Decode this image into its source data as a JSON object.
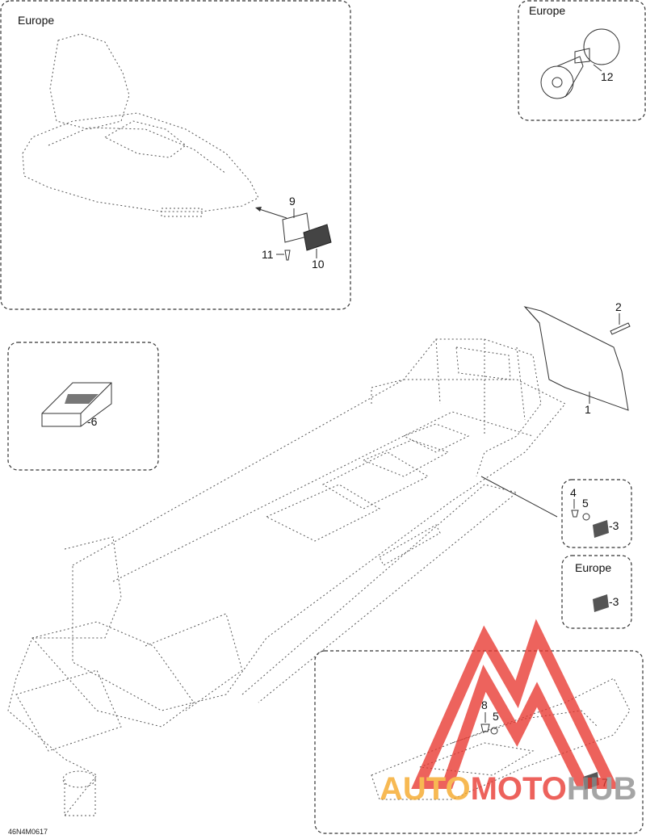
{
  "insets": {
    "top_left": {
      "region": "Europe"
    },
    "top_right": {
      "region": "Europe"
    },
    "mid_right": {
      "region": "Europe"
    }
  },
  "callouts": {
    "c1": "1",
    "c2": "2",
    "c3a": "-3",
    "c3b": "-3",
    "c4": "4",
    "c5a": "5",
    "c5b": "5",
    "c6": "-6",
    "c7": "7",
    "c8": "8",
    "c9": "9",
    "c10": "10",
    "c11": "11",
    "c12": "12"
  },
  "drawing_code": "46N4M0617",
  "watermark": {
    "part1": "AUTO",
    "part2": "MOTO",
    "part3": "HUB"
  },
  "colors": {
    "watermark_red": "#e8372f",
    "watermark_orange": "#f5a623",
    "watermark_gray": "#8c8c8c"
  }
}
